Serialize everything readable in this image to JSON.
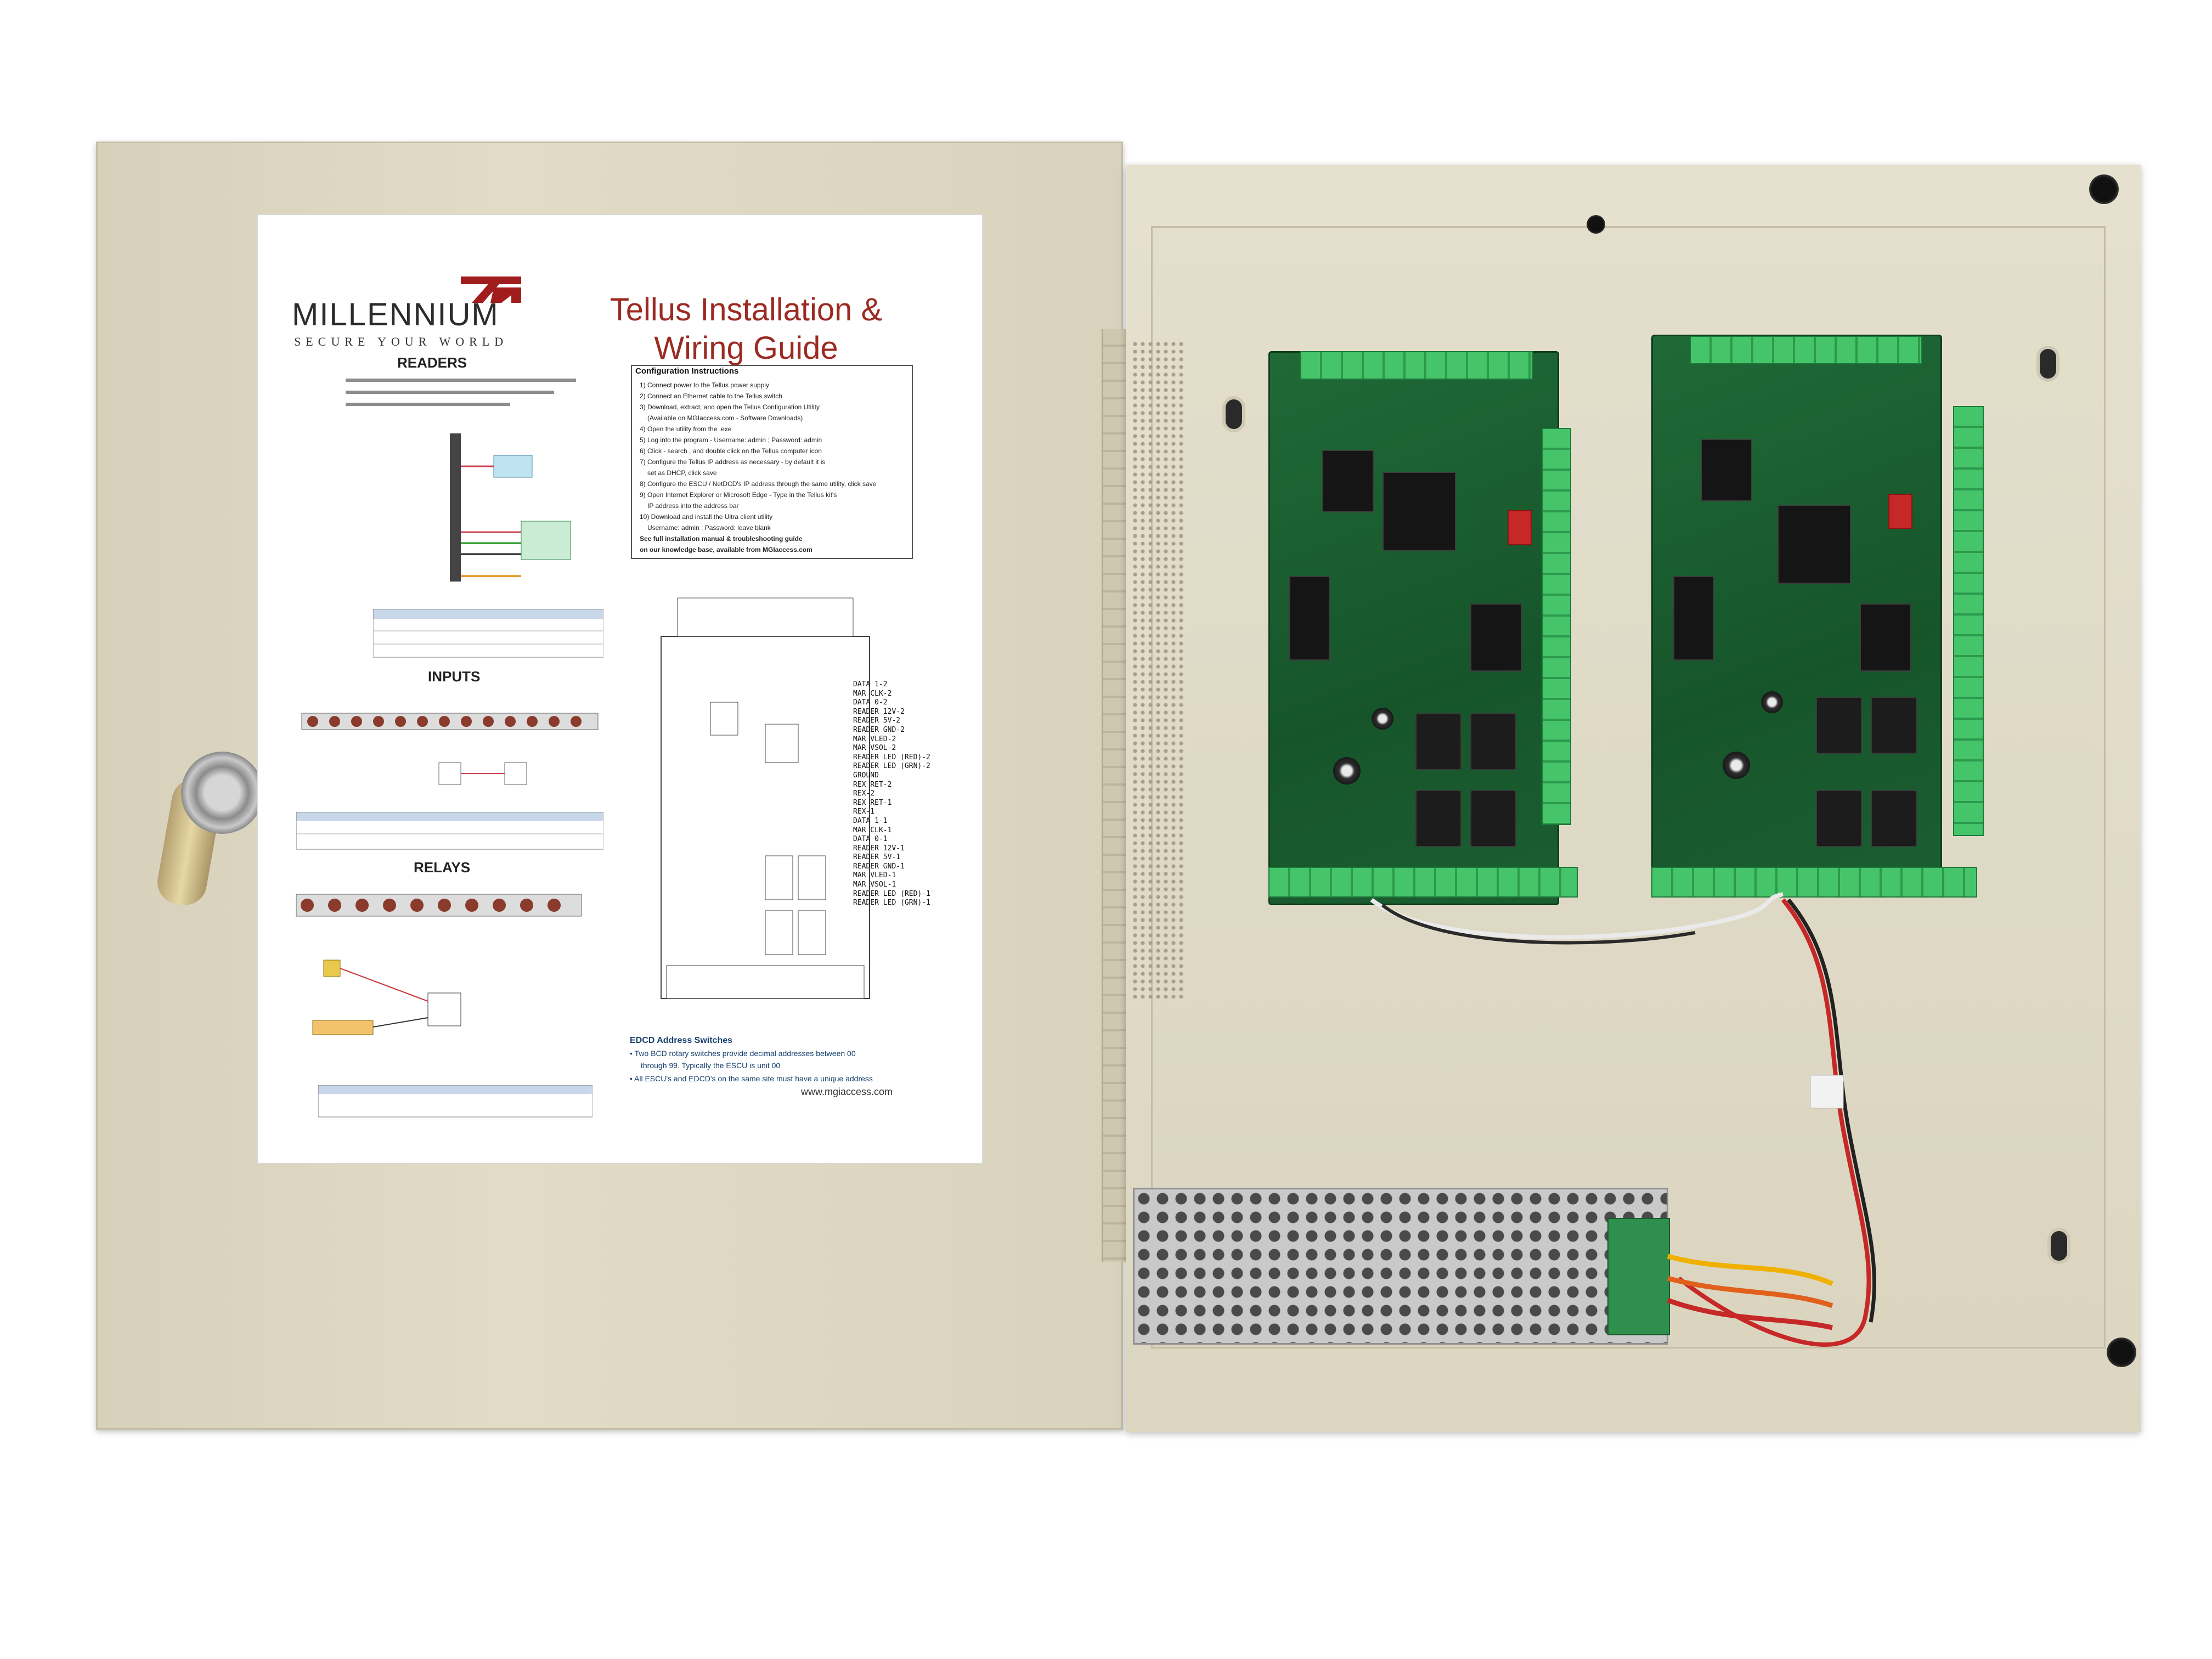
{
  "guide": {
    "brand": "MILLENNIUM",
    "tagline": "SECURE YOUR WORLD",
    "title_line1": "Tellus Installation &",
    "title_line2": "Wiring Guide",
    "sections": {
      "readers": "READERS",
      "inputs": "INPUTS",
      "relays": "RELAYS"
    },
    "config": {
      "heading": "Configuration Instructions",
      "steps": [
        "1) Connect power to the Tellus power supply",
        "2) Connect an Ethernet cable to the Tellus switch",
        "3) Download, extract, and open the Tellus Configuration Utility",
        "(Available on MGIaccess.com - Software Downloads)",
        "4) Open the utility from the .exe",
        "5) Log into the program - Username: admin ; Password: admin",
        "6) Click - search , and double click on the Tellus computer icon",
        "7) Configure the Tellus IP address as necessary - by default it is",
        "set as DHCP, click save",
        "8) Configure the ESCU / NetDCD's IP address through the same utility, click save",
        "9) Open Internet Explorer or Microsoft Edge - Type in the Tellus kit's",
        "IP address into the address bar",
        "10) Download and install the Ultra client utility",
        "Username: admin ; Password: leave blank",
        "See full installation manual & troubleshooting guide",
        "on our knowledge base, available from MGIaccess.com"
      ]
    },
    "address_switches": {
      "heading": "EDCD Address Switches",
      "lines": [
        "• Two BCD rotary switches provide decimal addresses between 00",
        "through 99. Typically the ESCU is unit 00",
        "• All ESCU's and EDCD's on the same site must have a unique address"
      ]
    },
    "website": "www.mgiaccess.com",
    "terminal_labels": [
      "DATA 1-2",
      "MAR CLK-2",
      "DATA 0-2",
      "READER 12V-2",
      "READER 5V-2",
      "READER GND-2",
      "MAR VLED-2",
      "MAR VSOL-2",
      "READER LED (RED)-2",
      "READER LED (GRN)-2",
      "GROUND",
      "REX RET-2",
      "REX-2",
      "REX RET-1",
      "REX-1",
      "DATA 1-1",
      "MAR CLK-1",
      "DATA 0-1",
      "READER 12V-1",
      "READER 5V-1",
      "READER GND-1",
      "MAR VLED-1",
      "MAR VSOL-1",
      "READER LED (RED)-1",
      "READER LED (GRN)-1"
    ]
  },
  "colors": {
    "enclosure": "#dcd6c1",
    "title_red": "#9b2b22",
    "board_green": "#1b5f31",
    "terminal_green": "#3dbb62"
  }
}
